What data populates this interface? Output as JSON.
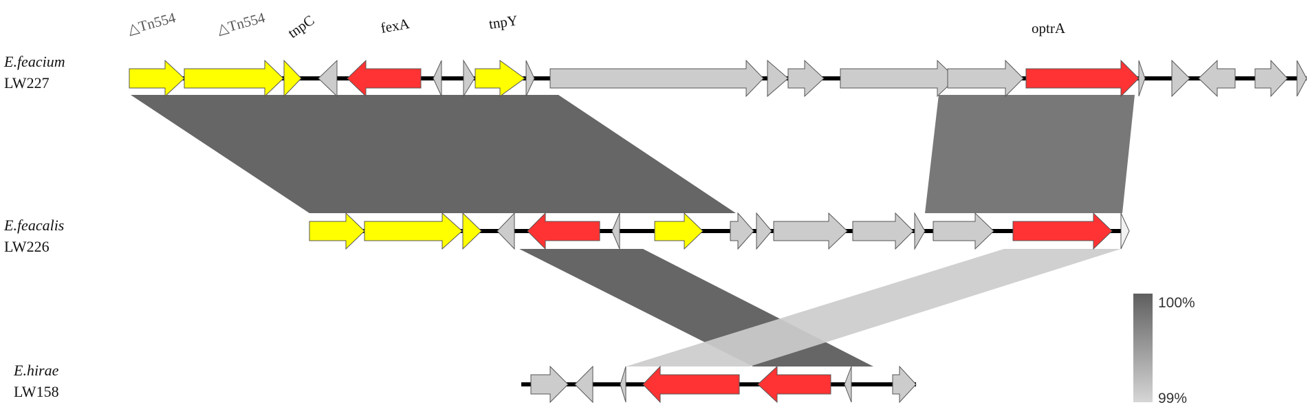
{
  "tracks": [
    {
      "species": "E.feacium",
      "strain": "LW227"
    },
    {
      "species": "E.feacalis",
      "strain": "LW226"
    },
    {
      "species": "E.hirae",
      "strain": "LW158"
    }
  ],
  "gene_labels": [
    "△Tn554",
    "△Tn554",
    "tnpC",
    "fexA",
    "tnpY",
    "optrA"
  ],
  "legend": {
    "max_label": "100%",
    "min_label": "99%"
  },
  "colors": {
    "transposase": "#ffff00",
    "resistance": "#ff3333",
    "other": "#cccccc",
    "high_identity": "#666666",
    "mid_identity": "#777777",
    "low_identity": "#cccccc"
  }
}
